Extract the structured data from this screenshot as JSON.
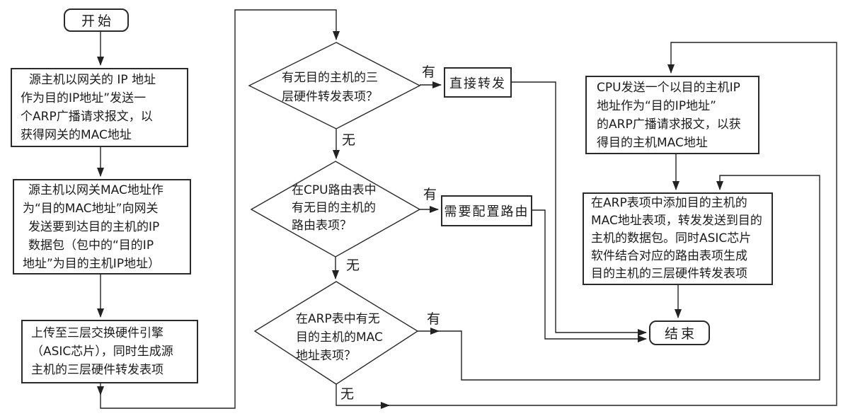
{
  "flowchart": {
    "start": {
      "label": "开始"
    },
    "end": {
      "label": "结束"
    },
    "process_arp_gateway": {
      "lines": [
        "源主机以网关的 IP 地址",
        "作为目的IP地址”发送一",
        "个ARP广播请求报文，以",
        "获得网关的MAC地址"
      ]
    },
    "process_send_packet": {
      "lines": [
        "源主机以网关MAC地址作",
        "为“目的MAC地址”向网关",
        "发送要到达目的主机的IP",
        "数据包（包中的“目的IP",
        "地址”为目的主机IP地址）"
      ]
    },
    "process_upload_asic": {
      "lines": [
        "上传至三层交换硬件引擎",
        "（ASIC芯片），同时生成源",
        "主机的三层硬件转发表项"
      ]
    },
    "decision_l3_entry": {
      "lines": [
        "有无目的主机的三",
        "层硬件转发表项？"
      ]
    },
    "process_direct_forward": {
      "label": "直接转发"
    },
    "decision_cpu_route": {
      "lines": [
        "在CPU路由表中",
        "有无目的主机的",
        "路由表项？"
      ]
    },
    "process_need_route": {
      "label": "需要配置路由"
    },
    "decision_arp_mac": {
      "lines": [
        "在ARP表中有无",
        "目的主机的MAC",
        "地址表项？"
      ]
    },
    "process_cpu_arp": {
      "lines": [
        "CPU发送一个以目的主机IP",
        "地址作为“目的IP地址”",
        "的ARP广播请求报文，以获",
        "得目的主机MAC地址"
      ]
    },
    "process_add_arp_entry": {
      "lines": [
        "在ARP表项中添加目的主机的",
        "MAC地址表项，转发发送到目的",
        "主机的数据包。同时ASIC芯片",
        "软件结合对应的路由表项生成",
        "目的主机的三层硬件转发表项"
      ]
    },
    "labels": {
      "yes": "有",
      "no": "无"
    }
  },
  "colors": {
    "line": "#222222",
    "background": "#ffffff",
    "text": "#1c1c1c"
  }
}
